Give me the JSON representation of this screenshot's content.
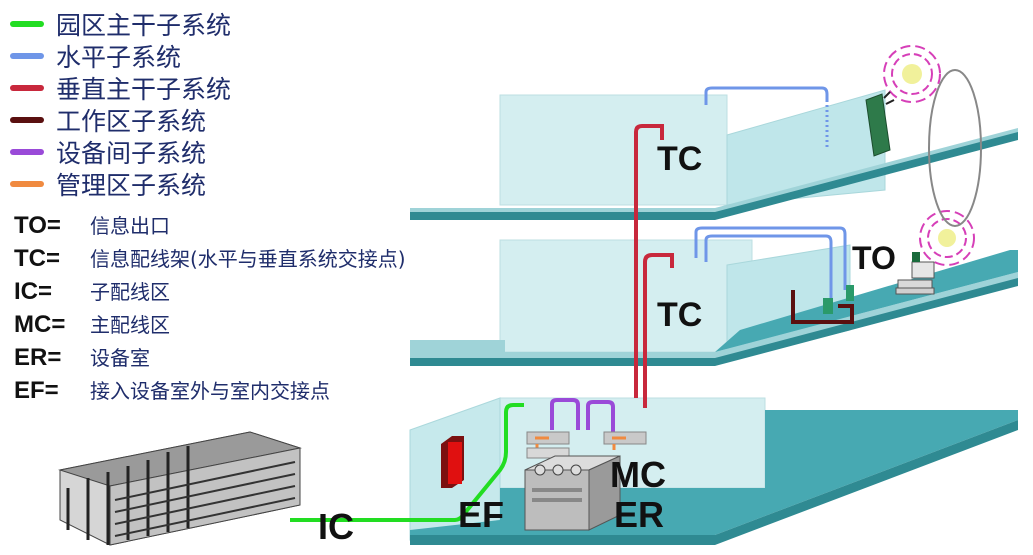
{
  "legend": [
    {
      "label": "园区主干子系统",
      "color": "#22dd22"
    },
    {
      "label": "水平子系统",
      "color": "#6f96e8"
    },
    {
      "label": "垂直主干子系统",
      "color": "#c8283c"
    },
    {
      "label": "工作区子系统",
      "color": "#5a1010"
    },
    {
      "label": "设备间子系统",
      "color": "#9a4ad8"
    },
    {
      "label": "管理区子系统",
      "color": "#f08a40"
    }
  ],
  "definitions": [
    {
      "key": "TO=",
      "text": "信息出口"
    },
    {
      "key": "TC=",
      "text": "信息配线架(水平与垂直系统交接点)"
    },
    {
      "key": "IC=",
      "text": "子配线区"
    },
    {
      "key": "MC=",
      "text": "主配线区"
    },
    {
      "key": "ER=",
      "text": "设备室"
    },
    {
      "key": "EF=",
      "text": "接入设备室外与室内交接点"
    }
  ],
  "labels": {
    "tc_top": "TC",
    "tc_mid": "TC",
    "to": "TO",
    "mc": "MC",
    "er": "ER",
    "ef": "EF",
    "ic": "IC"
  },
  "colors": {
    "floor_top": "#9fd3d8",
    "floor_side": "#2f8a92",
    "wall": "#d4eef0"
  }
}
